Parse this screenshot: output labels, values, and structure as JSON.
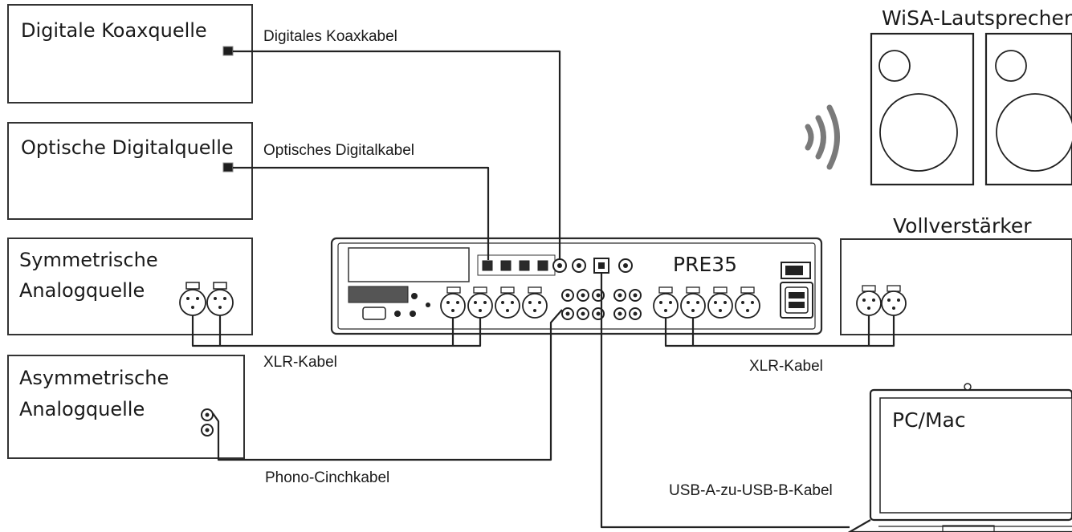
{
  "sources": {
    "coax": "Digitale Koaxquelle",
    "optical": "Optische Digitalquelle",
    "balanced_line1": "Symmetrische",
    "balanced_line2": "Analogquelle",
    "unbalanced_line1": "Asymmetrische",
    "unbalanced_line2": "Analogquelle"
  },
  "devices": {
    "preamp": "PRE35",
    "speakers": "WiSA-Lautsprecher",
    "amplifier": "Vollverstärker",
    "computer": "PC/Mac"
  },
  "cables": {
    "coax": "Digitales Koaxkabel",
    "optical": "Optisches Digitalkabel",
    "xlr_left": "XLR-Kabel",
    "xlr_right": "XLR-Kabel",
    "phono": "Phono-Cinchkabel",
    "usb": "USB-A-zu-USB-B-Kabel"
  },
  "colors": {
    "line": "#222222",
    "wireless_waves": "#7a7a7a"
  }
}
